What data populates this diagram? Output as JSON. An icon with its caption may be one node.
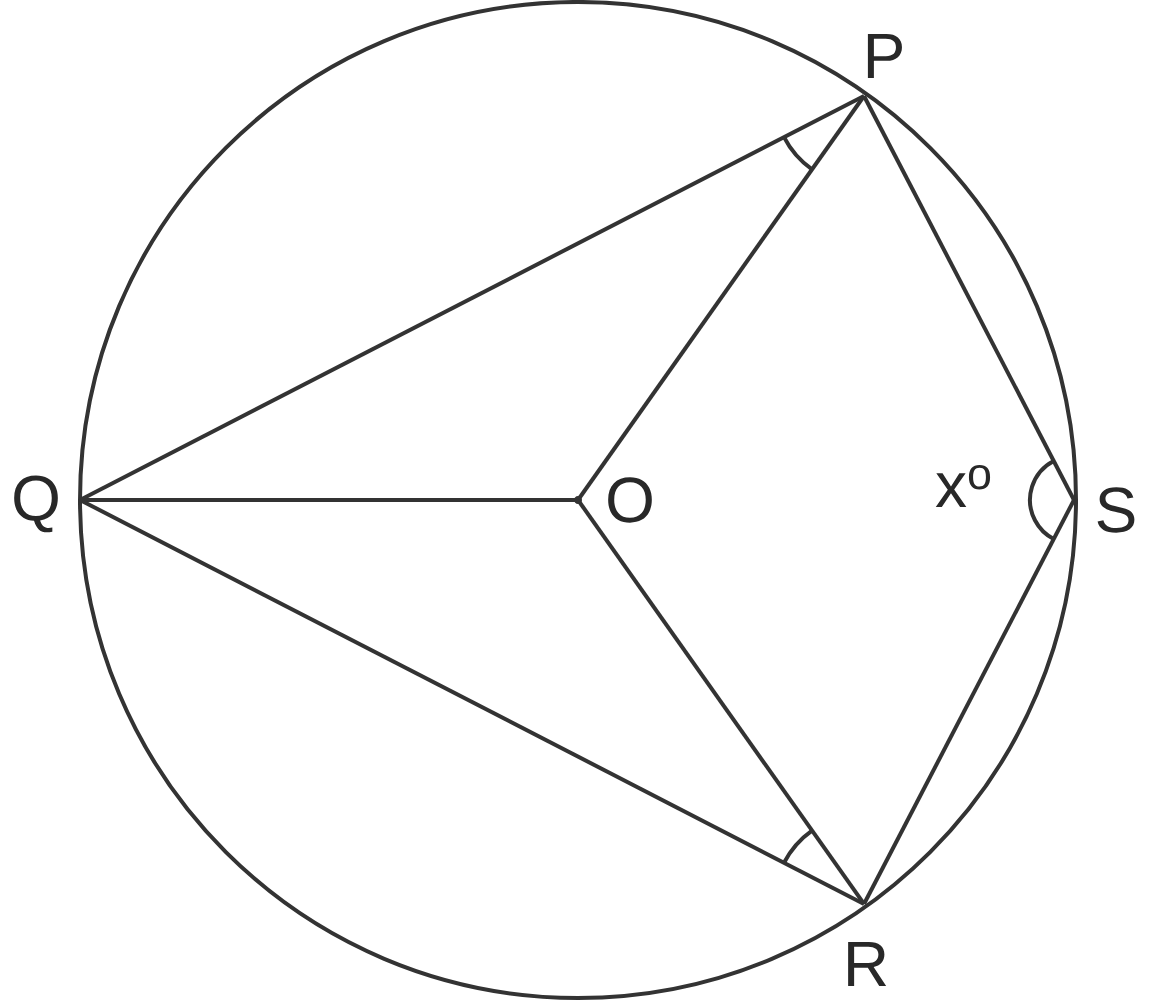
{
  "diagram": {
    "labels": [
      "P",
      "Q",
      "O",
      "x$^{o}$",
      "S",
      "R"
    ]
  }
}
